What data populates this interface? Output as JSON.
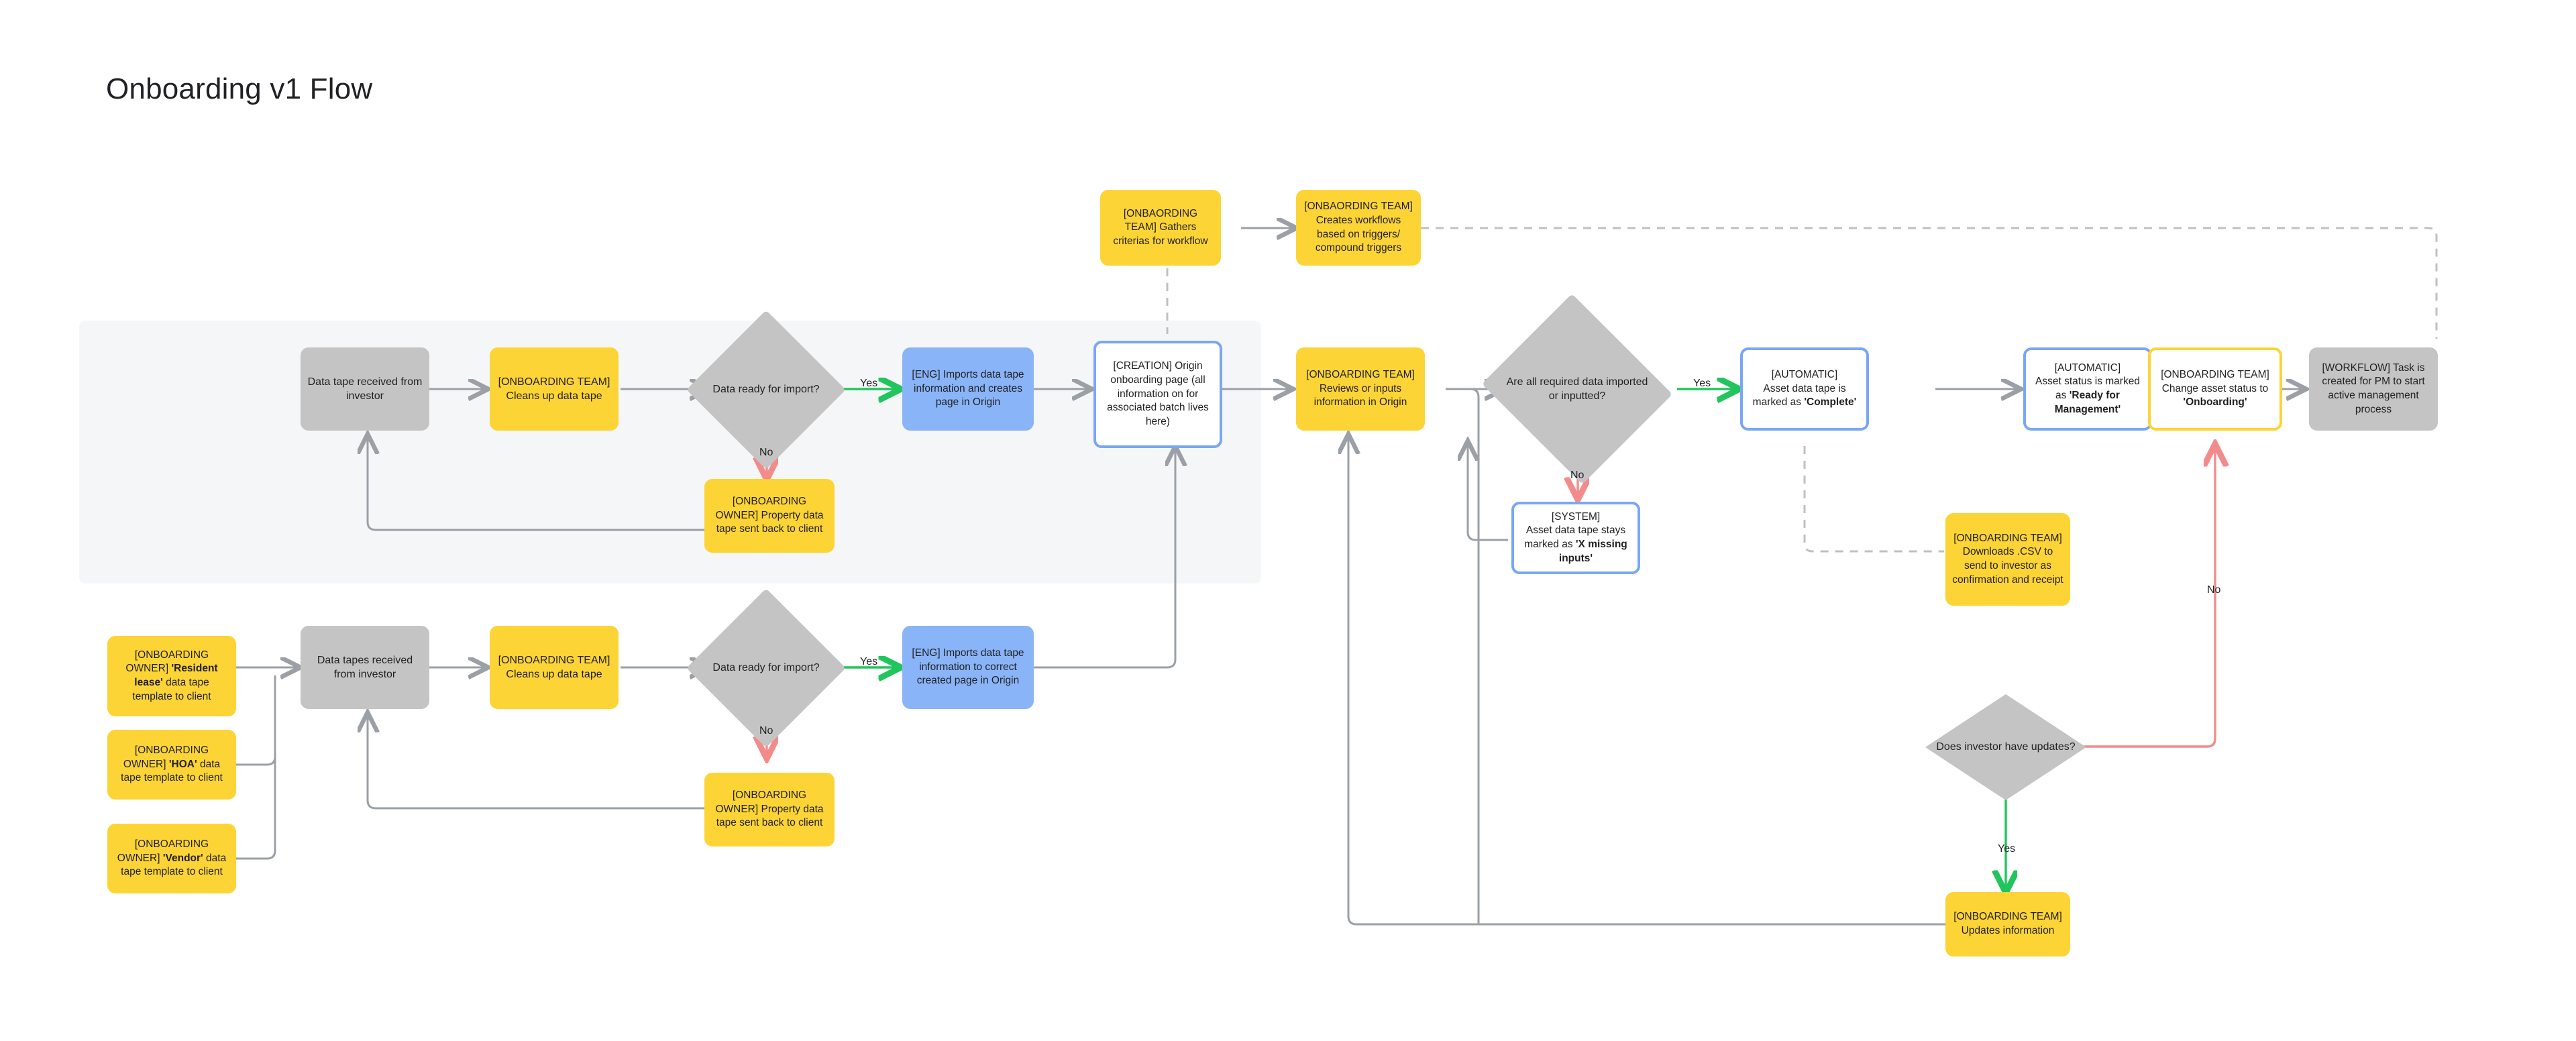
{
  "page": {
    "title": "Onboarding v1 Flow",
    "background": "#ffffff"
  },
  "colors": {
    "grey_node": "#c4c4c4",
    "yellow_node": "#fdd435",
    "blue_node": "#8ab4f8",
    "blue_outline": "#7aa7f5",
    "band_background": "#f5f6f7",
    "edge_default": "#9aa0a6",
    "edge_yes": "#21c55d",
    "edge_no": "#f48b8b",
    "text": "#1f2023"
  },
  "edge_labels": {
    "yes": "Yes",
    "no": "No"
  },
  "nodes": {
    "workflow_gather": "[ONBAORDING TEAM] Gathers criterias for workflow",
    "workflow_create": "[ONBAORDING TEAM] Creates workflows based on triggers/ compound triggers",
    "r1_received": "Data tape received from investor",
    "r1_cleanup": "[ONBOARDING TEAM] Cleans up data tape",
    "r1_decision": "Data ready for import?",
    "r1_sentback": "[ONBOARDING OWNER] Property data tape sent back to client",
    "r1_eng": "[ENG] Imports data tape information and creates page in Origin",
    "r1_creation": "[CREATION] Origin onboarding page (all information on for associated batch lives here)",
    "r1_review": "[ONBOARDING TEAM] Reviews or inputs information in Origin",
    "r1_required": "Are all required data imported or inputted?",
    "r1_system": "[SYSTEM] Asset data tape stays marked as 'X missing inputs'",
    "r1_auto_complete": "[AUTOMATIC] Asset data tape is marked as 'Complete'",
    "r1_auto_ready": "[AUTOMATIC] Asset status is marked as 'Ready for Management'",
    "r1_change_status": "[ONBOARDING TEAM] Change asset status to 'Onboarding'",
    "r1_workflow_task": "[WORKFLOW] Task is created for PM to start active management process",
    "tpl_resident": "[ONBOARDING OWNER] 'Resident lease' data tape template to client",
    "tpl_hoa": "[ONBOARDING OWNER] 'HOA' data tape template to client",
    "tpl_vendor": "[ONBOARDING OWNER] 'Vendor' data tape template to client",
    "r2_received": "Data tapes received from investor",
    "r2_cleanup": "[ONBOARDING TEAM] Cleans up data tape",
    "r2_decision": "Data ready for import?",
    "r2_sentback": "[ONBOARDING OWNER] Property data tape sent back to client",
    "r2_eng": "[ENG] Imports data tape information to correct created page in Origin",
    "csv_download": "[ONBOARDING TEAM] Downloads .CSV to send to investor as confirmation and receipt",
    "investor_updates_decision": "Does investor have updates?",
    "updates_information": "[ONBOARDING TEAM] Updates information"
  },
  "node_rich": {
    "r1_system": [
      {
        "t": "[SYSTEM]",
        "bold": false,
        "br": true
      },
      {
        "t": "Asset data tape stays",
        "bold": false,
        "br": true
      },
      {
        "t": "marked as ",
        "bold": false,
        "br": false
      },
      {
        "t": "'X missing",
        "bold": true,
        "br": true
      },
      {
        "t": "inputs'",
        "bold": true,
        "br": false
      }
    ],
    "r1_auto_complete": [
      {
        "t": "[AUTOMATIC]",
        "bold": false,
        "br": true
      },
      {
        "t": "Asset data tape is",
        "bold": false,
        "br": true
      },
      {
        "t": "marked as ",
        "bold": false,
        "br": false
      },
      {
        "t": "'Complete'",
        "bold": true,
        "br": false
      }
    ],
    "r1_auto_ready": [
      {
        "t": "[AUTOMATIC]",
        "bold": false,
        "br": true
      },
      {
        "t": "Asset status is marked",
        "bold": false,
        "br": true
      },
      {
        "t": "as ",
        "bold": false,
        "br": false
      },
      {
        "t": "'Ready for",
        "bold": true,
        "br": true
      },
      {
        "t": "Management'",
        "bold": true,
        "br": false
      }
    ],
    "r1_change_status": [
      {
        "t": "[ONBOARDING TEAM]",
        "bold": false,
        "br": true
      },
      {
        "t": "Change asset status to",
        "bold": false,
        "br": true
      },
      {
        "t": "'Onboarding'",
        "bold": true,
        "br": false
      }
    ],
    "tpl_resident": [
      {
        "t": "[ONBOARDING",
        "bold": false,
        "br": true
      },
      {
        "t": "OWNER] ",
        "bold": false,
        "br": false
      },
      {
        "t": "'Resident",
        "bold": true,
        "br": true
      },
      {
        "t": "lease'",
        "bold": true,
        "br": false
      },
      {
        "t": " data tape",
        "bold": false,
        "br": true
      },
      {
        "t": "template to client",
        "bold": false,
        "br": false
      }
    ],
    "tpl_hoa": [
      {
        "t": "[ONBOARDING",
        "bold": false,
        "br": true
      },
      {
        "t": "OWNER] ",
        "bold": false,
        "br": false
      },
      {
        "t": "'HOA'",
        "bold": true,
        "br": false
      },
      {
        "t": " data",
        "bold": false,
        "br": true
      },
      {
        "t": "tape template to client",
        "bold": false,
        "br": false
      }
    ],
    "tpl_vendor": [
      {
        "t": "[ONBOARDING",
        "bold": false,
        "br": true
      },
      {
        "t": "OWNER] ",
        "bold": false,
        "br": false
      },
      {
        "t": "'Vendor'",
        "bold": true,
        "br": false
      },
      {
        "t": " data",
        "bold": false,
        "br": true
      },
      {
        "t": "tape template to client",
        "bold": false,
        "br": false
      }
    ]
  }
}
